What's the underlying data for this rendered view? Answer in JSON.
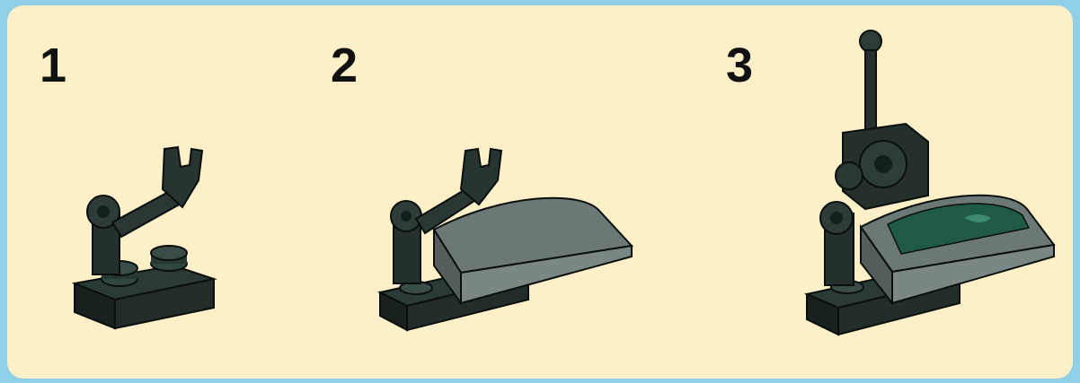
{
  "steps": [
    {
      "number": "1",
      "icon": "lego-plate-with-clip-arm"
    },
    {
      "number": "2",
      "icon": "lego-plate-clip-arm-curved-slope"
    },
    {
      "number": "3",
      "icon": "lego-assembled-antenna-module"
    }
  ],
  "colors": {
    "border": "#8fd0e6",
    "background": "#fdf0c8",
    "dark_part": "#1e2a26",
    "grey_part": "#6f7b78",
    "green_accent": "#1f5a45",
    "number_text": "#111111"
  }
}
